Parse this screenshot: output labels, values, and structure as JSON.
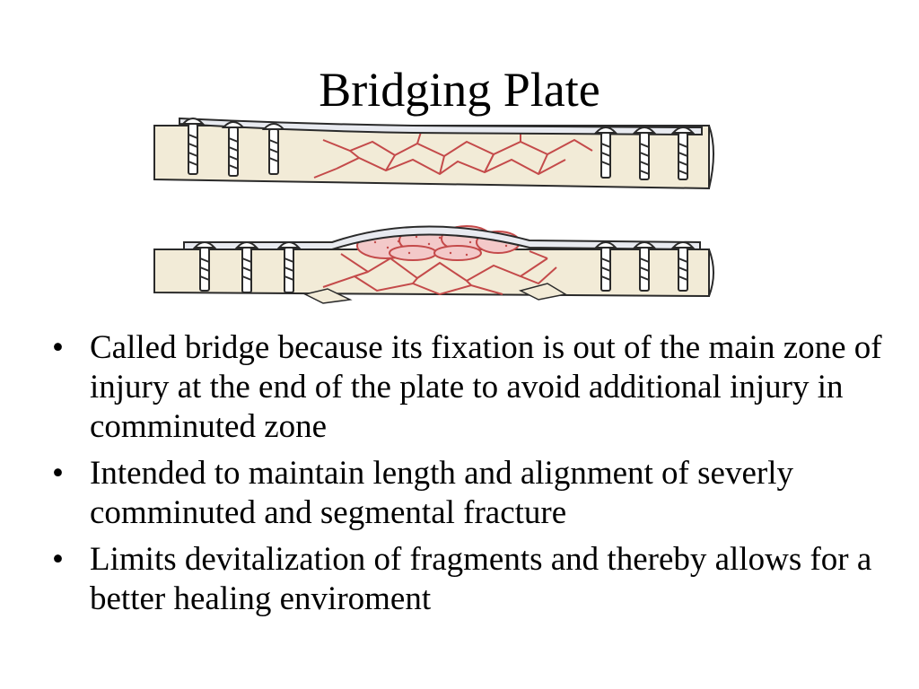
{
  "slide": {
    "title": "Bridging Plate",
    "bullets": [
      "Called bridge because its fixation is out of the main zone of injury at the end of the plate to avoid additional injury in comminuted zone",
      "Intended to maintain length and alignment of severly comminuted and segmental fracture",
      "Limits devitalization of fragments and thereby allows for a better healing enviroment"
    ],
    "bullet_glyph": "•"
  },
  "figure": {
    "description_icon": "bone-plate-illustration",
    "colors": {
      "bone": "#f2ebd7",
      "outline": "#2a2a2a",
      "fracture": "#c44a4a",
      "plate": "#e8eaf0",
      "callus": "#f3c9c9"
    }
  }
}
